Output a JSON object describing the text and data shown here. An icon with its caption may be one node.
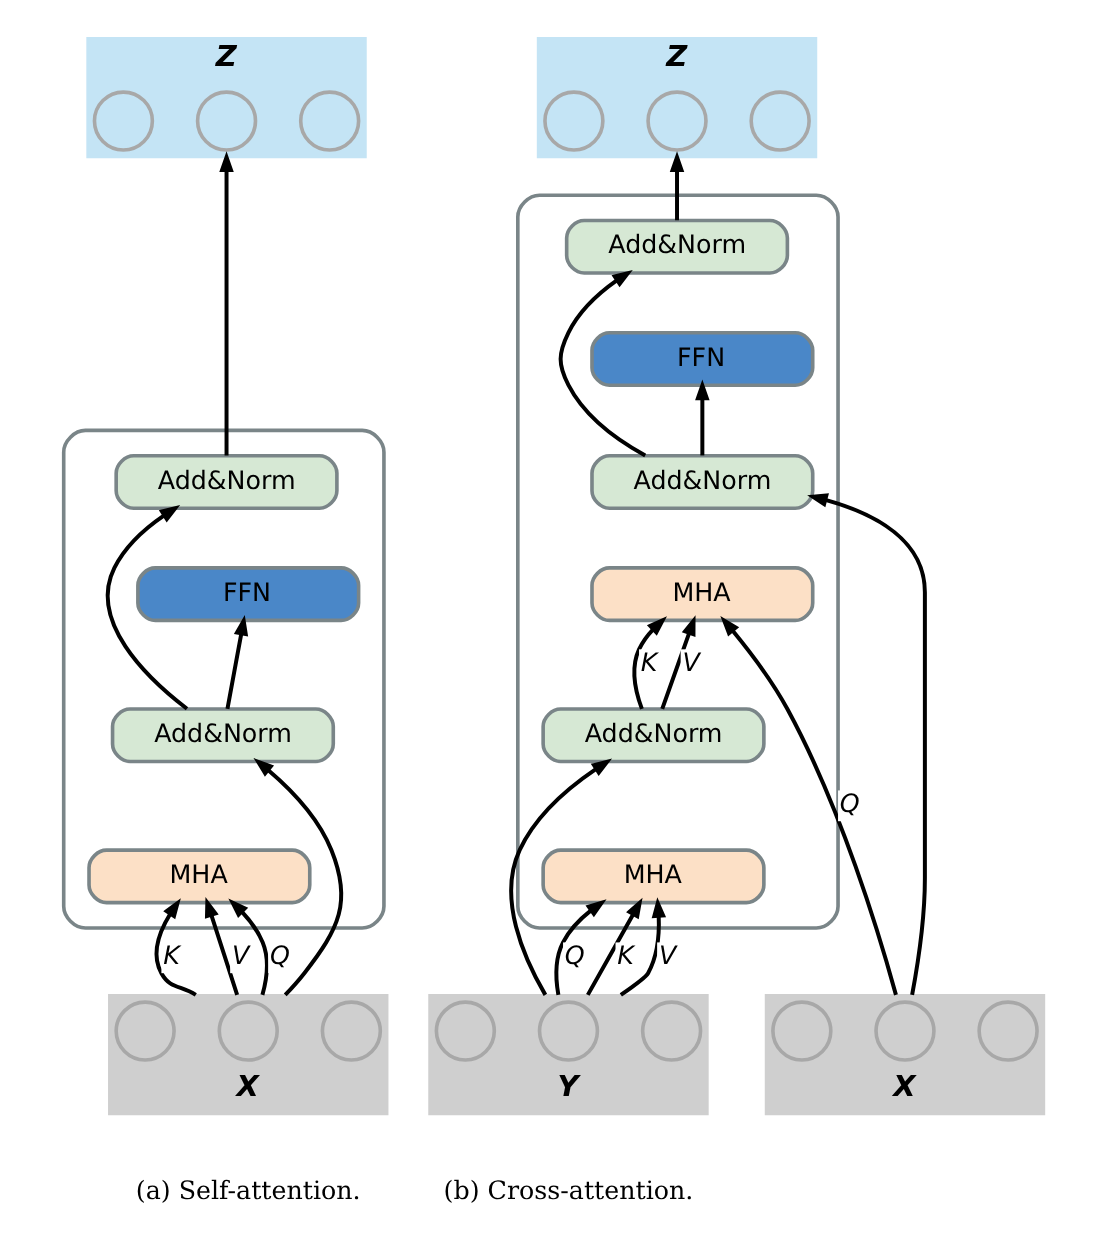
{
  "diagram": {
    "nodes": [
      {
        "text": [
          "Z"
        ]
      },
      {
        "text": [],
        "shape": "circle",
        "in": 0
      },
      {
        "text": [],
        "shape": "circle",
        "in": 0
      },
      {
        "text": [],
        "shape": "circle",
        "in": 0
      },
      {
        "text": [],
        "shape": "box"
      },
      {
        "text": [
          "Add&Norm"
        ],
        "in": 4
      },
      {
        "text": [
          "FFN"
        ],
        "in": 4
      },
      {
        "text": [
          "Add&Norm"
        ],
        "in": 4
      },
      {
        "text": [
          "MHA"
        ],
        "in": 4
      },
      {
        "text": [
          "X"
        ]
      },
      {
        "text": [],
        "shape": "circle",
        "in": 9
      },
      {
        "text": [],
        "shape": "circle",
        "in": 9
      },
      {
        "text": [],
        "shape": "circle",
        "in": 9
      },
      {
        "text": [
          "Z"
        ]
      },
      {
        "text": [],
        "shape": "circle",
        "in": 13
      },
      {
        "text": [],
        "shape": "circle",
        "in": 13
      },
      {
        "text": [],
        "shape": "circle",
        "in": 13
      },
      {
        "text": [],
        "shape": "box"
      },
      {
        "text": [
          "Add&Norm"
        ],
        "in": 17
      },
      {
        "text": [
          "FFN"
        ],
        "in": 17
      },
      {
        "text": [
          "Add&Norm"
        ],
        "in": 17
      },
      {
        "text": [
          "MHA"
        ],
        "in": 17
      },
      {
        "text": [
          "Add&Norm"
        ],
        "in": 17
      },
      {
        "text": [
          "MHA"
        ],
        "in": 17
      },
      {
        "text": [
          "Y"
        ]
      },
      {
        "text": [],
        "shape": "circle",
        "in": 24
      },
      {
        "text": [],
        "shape": "circle",
        "in": 24
      },
      {
        "text": [],
        "shape": "circle",
        "in": 24
      },
      {
        "text": [
          "X"
        ]
      },
      {
        "text": [],
        "shape": "circle",
        "in": 28
      },
      {
        "text": [],
        "shape": "circle",
        "in": 28
      },
      {
        "text": [],
        "shape": "circle",
        "in": 28
      }
    ],
    "edges": [
      {
        "from": 9,
        "to": 8,
        "arrow": "to",
        "label": "K"
      },
      {
        "from": 9,
        "to": 8,
        "arrow": "to",
        "label": "V"
      },
      {
        "from": 9,
        "to": 8,
        "arrow": "to",
        "label": "Q"
      },
      {
        "from": 9,
        "to": 7,
        "arrow": "to"
      },
      {
        "from": 7,
        "to": 6,
        "arrow": "to"
      },
      {
        "from": 7,
        "to": 5,
        "arrow": "to"
      },
      {
        "from": 5,
        "to": 0,
        "arrow": "to"
      },
      {
        "from": 24,
        "to": 23,
        "arrow": "to",
        "label": "K"
      },
      {
        "from": 24,
        "to": 23,
        "arrow": "to",
        "label": "V"
      },
      {
        "from": 24,
        "to": 23,
        "arrow": "to",
        "label": "Q"
      },
      {
        "from": 24,
        "to": 22,
        "arrow": "to"
      },
      {
        "from": 22,
        "to": 21,
        "arrow": "to",
        "label": "K"
      },
      {
        "from": 22,
        "to": 21,
        "arrow": "to",
        "label": "V"
      },
      {
        "from": 28,
        "to": 21,
        "arrow": "to",
        "label": "Q"
      },
      {
        "from": 28,
        "to": 20,
        "arrow": "to"
      },
      {
        "from": 20,
        "to": 19,
        "arrow": "to"
      },
      {
        "from": 20,
        "to": 18,
        "arrow": "to"
      },
      {
        "from": 18,
        "to": 13,
        "arrow": "to"
      }
    ],
    "labels": [
      "(a) Self-attention.",
      "(b) Cross-attention."
    ]
  }
}
